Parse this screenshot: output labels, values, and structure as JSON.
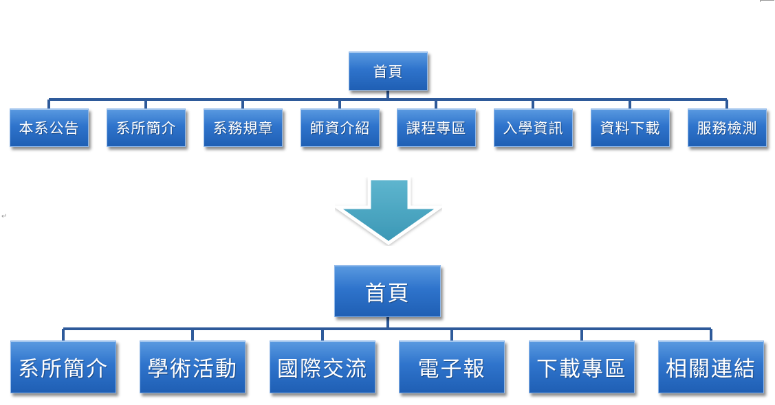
{
  "before": {
    "root": "首頁",
    "children": [
      "本系公告",
      "系所簡介",
      "系務規章",
      "師資介紹",
      "課程專區",
      "入學資訊",
      "資料下載",
      "服務檢測"
    ]
  },
  "after": {
    "root": "首頁",
    "children": [
      "系所簡介",
      "學術活動",
      "國際交流",
      "電子報",
      "下載專區",
      "相關連結"
    ]
  },
  "colors": {
    "node_fill": "#2f74cc",
    "connector": "#2e5a9a",
    "arrow": "#4aa8c4"
  },
  "icons": {
    "transition_arrow": "down-arrow-icon"
  }
}
